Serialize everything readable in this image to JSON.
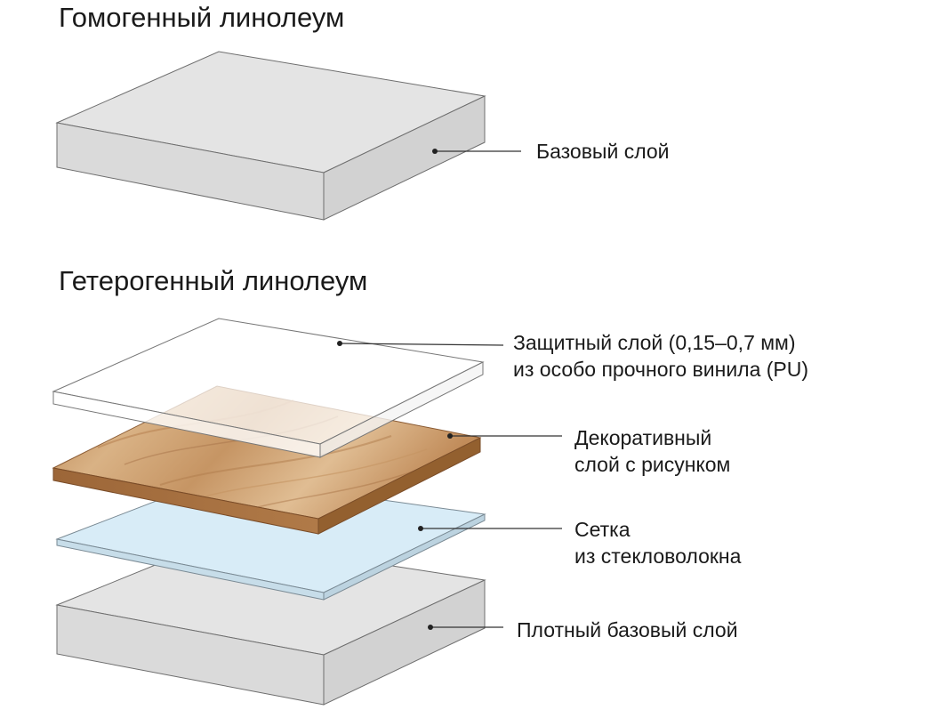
{
  "titles": {
    "homogeneous": "Гомогенный линолеум",
    "heterogeneous": "Гетерогенный линолеум"
  },
  "labels": {
    "base_layer": "Базовый слой",
    "protective_line1": "Защитный слой (0,15–0,7 мм)",
    "protective_line2": "из особо прочного винила (PU)",
    "decorative_line1": "Декоративный",
    "decorative_line2": "слой с рисунком",
    "mesh_line1": "Сетка",
    "mesh_line2": "из стекловолокна",
    "dense_base": "Плотный базовый слой"
  },
  "colors": {
    "grey_top": "#e3e3e3",
    "grey_front": "#d9d9d9",
    "grey_side": "#cfcfcf",
    "wood_light": "#d9b083",
    "wood_dark": "#a46f42",
    "mesh": "#d7ecf7",
    "outline": "#6e6e6e"
  }
}
